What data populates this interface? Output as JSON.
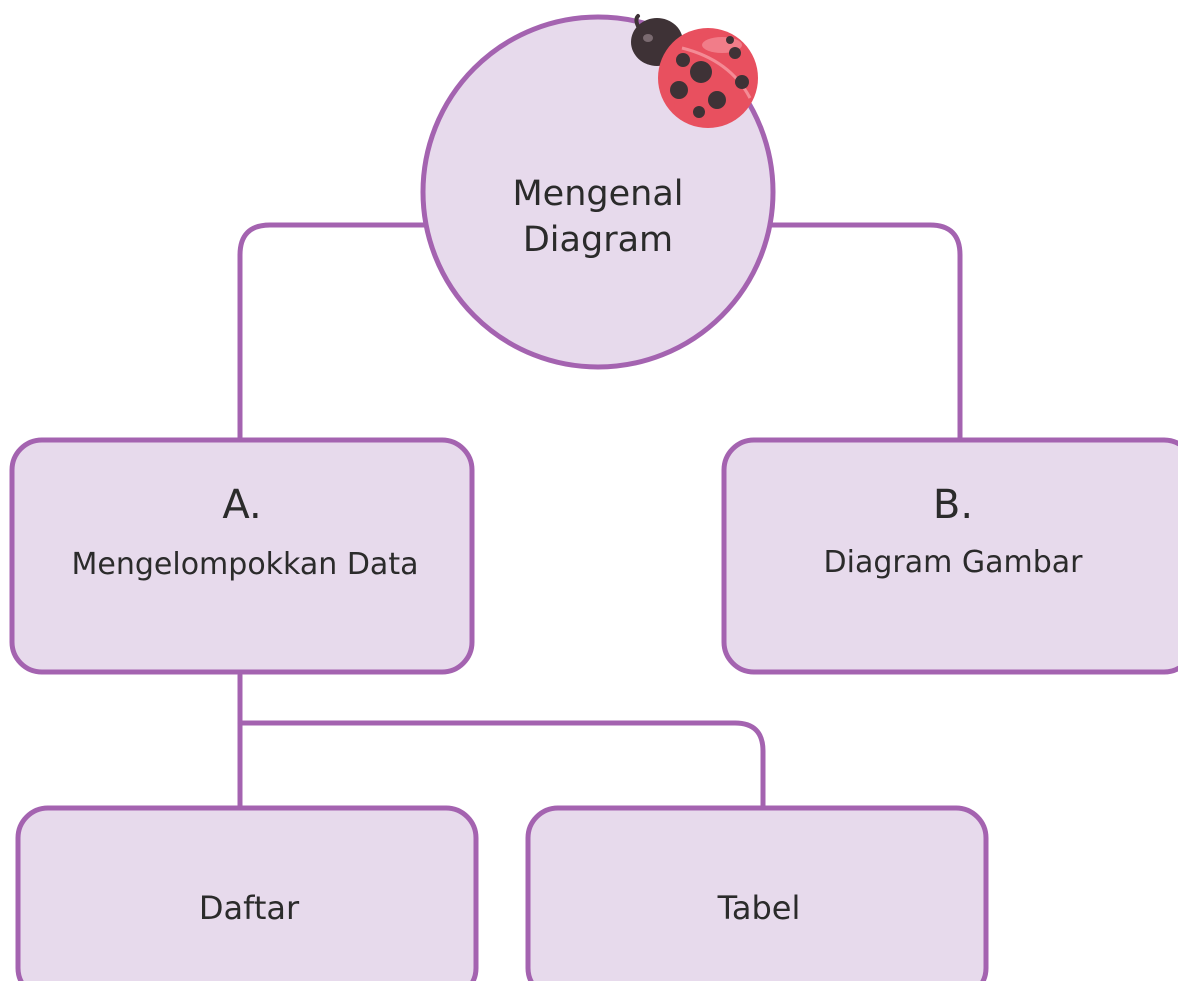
{
  "colors": {
    "node_fill": "#E7DAEC",
    "node_stroke": "#A463B0",
    "connector": "#A463B0",
    "text": "#2B2B2B",
    "ladybug_shell": "#E8505F",
    "ladybug_spots": "#3E3236"
  },
  "root": {
    "shape": "circle",
    "label_line1": "Mengenal",
    "label_line2": "Diagram",
    "decoration_icon": "ladybug-icon"
  },
  "node_a": {
    "letter": "A.",
    "label": "Mengelompokkan Data"
  },
  "node_b": {
    "letter": "B.",
    "label": "Diagram Gambar"
  },
  "node_a1": {
    "label": "Daftar"
  },
  "node_a2": {
    "label": "Tabel"
  }
}
